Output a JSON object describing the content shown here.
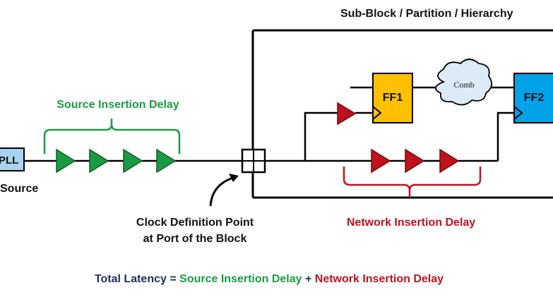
{
  "block_title": "Sub-Block / Partition / Hierarchy",
  "pll_label": "PLL",
  "source_label": "Source",
  "source_delay_label": "Source Insertion Delay",
  "network_delay_label": "Network Insertion Delay",
  "clock_point_label": {
    "line1": "Clock Definition Point",
    "line2": "at Port of the Block"
  },
  "ff1_label": "FF1",
  "ff2_label": "FF2",
  "comb_label": "Comb",
  "equation": {
    "total": "Total Latency",
    "eq": " = ",
    "source": "Source Insertion Delay",
    "plus": " + ",
    "network": "Network Insertion Delay"
  },
  "colors": {
    "green": "#1a9b43",
    "red": "#c0121c",
    "navy": "#1f2f5a",
    "ff1": "#ffc000",
    "ff2": "#00a2e8",
    "pll": "#a9d3f0",
    "cloud": "#dcebf7"
  }
}
